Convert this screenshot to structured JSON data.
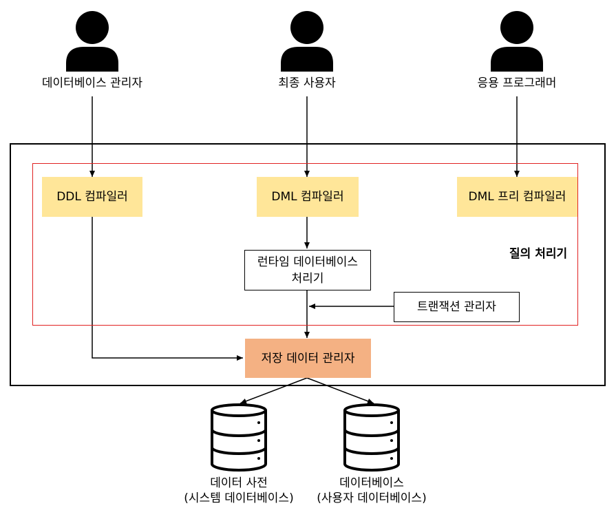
{
  "actors": [
    {
      "label": "데이터베이스 관리자"
    },
    {
      "label": "최종 사용자"
    },
    {
      "label": "응용 프로그래머"
    }
  ],
  "compilers": {
    "ddl": "DDL 컴파일러",
    "dml": "DML 컴파일러",
    "dml_pre": "DML 프리 컴파일러"
  },
  "runtime": {
    "line1": "런타임 데이터베이스",
    "line2": "처리기"
  },
  "transaction_manager": "트랜잭션 관리자",
  "query_processor_label": "질의 처리기",
  "storage_manager": "저장 데이터 관리자",
  "databases": [
    {
      "line1": "데이터 사전",
      "line2": "(시스템 데이터베이스)"
    },
    {
      "line1": "데이터베이스",
      "line2": "(사용자 데이터베이스)"
    }
  ],
  "colors": {
    "compiler_fill": "#ffe699",
    "storage_fill": "#f4b183",
    "query_processor_border": "#e02020"
  }
}
